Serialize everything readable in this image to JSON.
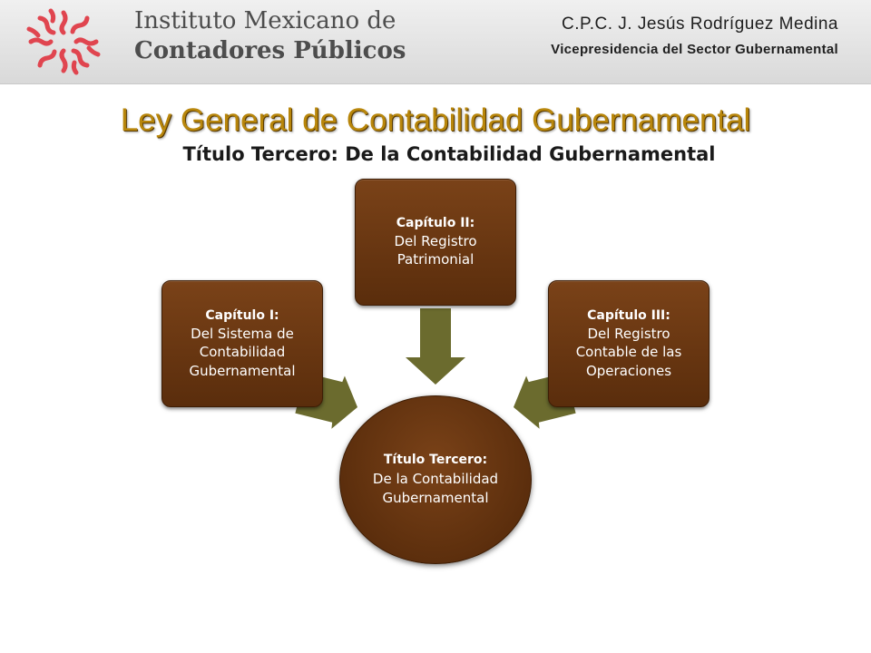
{
  "header": {
    "institute_line1": "Instituto Mexicano de",
    "institute_line2": "Contadores Públicos",
    "person_name": "C.P.C. J. Jesús Rodríguez Medina",
    "person_role": "Vicepresidencia del Sector Gubernamental"
  },
  "title": "Ley General de Contabilidad Gubernamental",
  "subtitle": "Título Tercero: De la Contabilidad Gubernamental",
  "colors": {
    "title": "#b8860b",
    "box_fill": "#6b3510",
    "arrow_fill": "#6b6b2e",
    "logo": "#e0454f"
  },
  "diagram": {
    "center": {
      "heading": "Título Tercero:",
      "text": "De la Contabilidad Gubernamental"
    },
    "chapters": [
      {
        "heading": "Capítulo I:",
        "text": "Del Sistema de Contabilidad Gubernamental"
      },
      {
        "heading": "Capítulo II:",
        "text": "Del Registro Patrimonial"
      },
      {
        "heading": "Capítulo III:",
        "text": "Del Registro Contable de las Operaciones"
      }
    ]
  }
}
